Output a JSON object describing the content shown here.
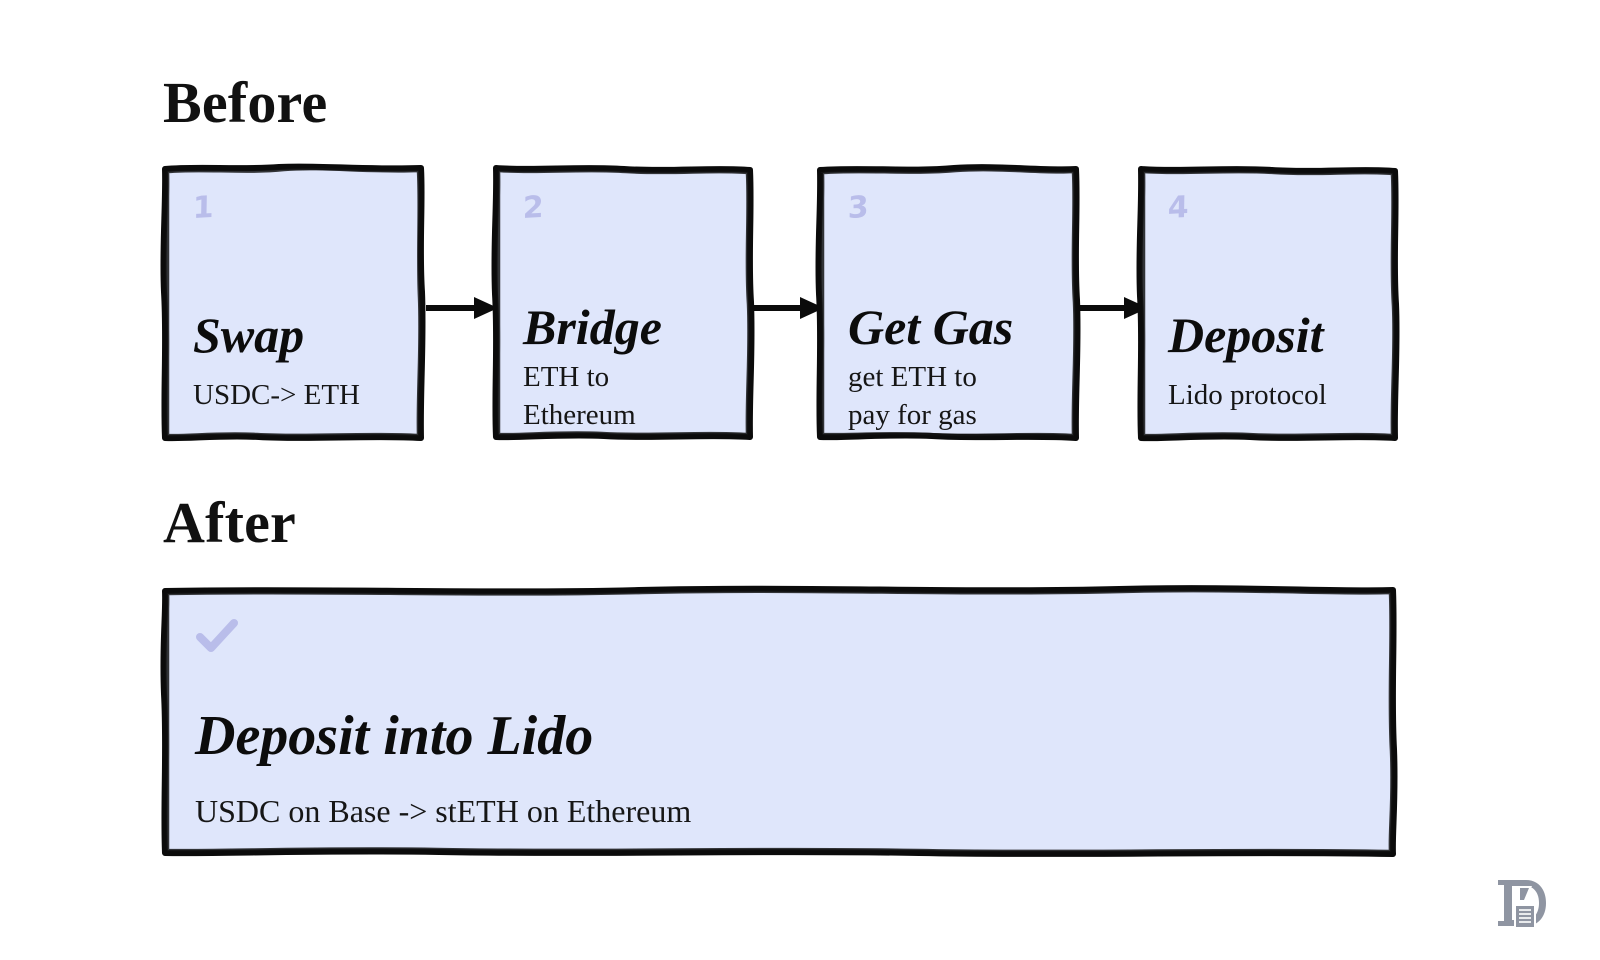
{
  "page": {
    "background": "#ffffff",
    "card_fill": "#dfe6fb",
    "accent_lavender": "#b9bdea",
    "ink": "#111111"
  },
  "sections": {
    "before": {
      "title": "Before",
      "steps": [
        {
          "index": "1",
          "heading": "Swap",
          "subtitle": "USDC-> ETH"
        },
        {
          "index": "2",
          "heading": "Bridge",
          "subtitle": "ETH to\nEthereum"
        },
        {
          "index": "3",
          "heading": "Get Gas",
          "subtitle": "get ETH to\npay for gas"
        },
        {
          "index": "4",
          "heading": "Deposit",
          "subtitle": "Lido protocol"
        }
      ],
      "connector_icon": "arrow-right-icon"
    },
    "after": {
      "title": "After",
      "result": {
        "status_icon": "check-icon",
        "heading": "Deposit into Lido",
        "subtitle": "USDC on Base -> stETH on Ethereum"
      }
    }
  },
  "watermark": {
    "icon": "document-logo-icon",
    "color": "#8a909e"
  }
}
